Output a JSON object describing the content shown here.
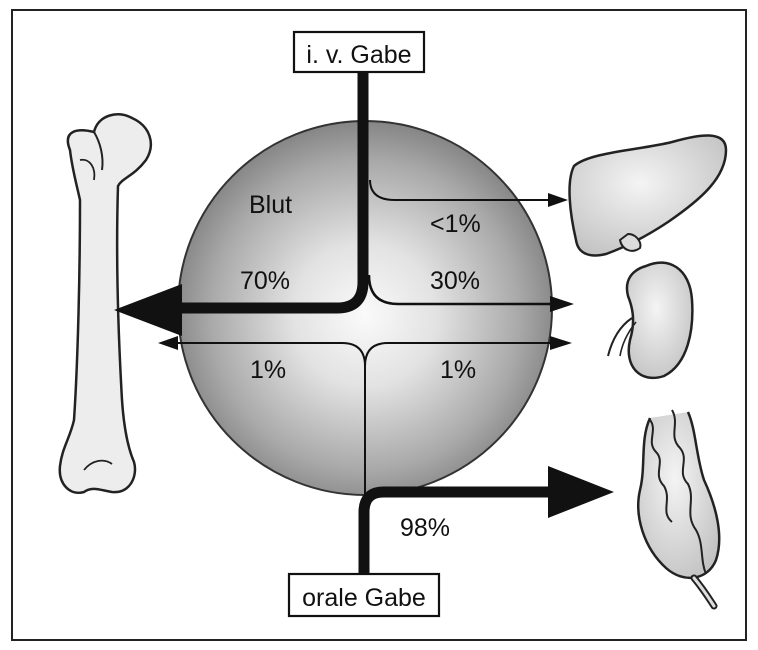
{
  "labels": {
    "iv": "i. v. Gabe",
    "oral": "orale Gabe",
    "blood": "Blut",
    "pct_liver": "<1%",
    "pct_bone": "70%",
    "pct_kidney": "30%",
    "pct_left_low": "1%",
    "pct_right_low": "1%",
    "pct_gut": "98%"
  },
  "icons": [
    "bone-icon",
    "liver-icon",
    "kidney-icon",
    "intestine-icon"
  ]
}
